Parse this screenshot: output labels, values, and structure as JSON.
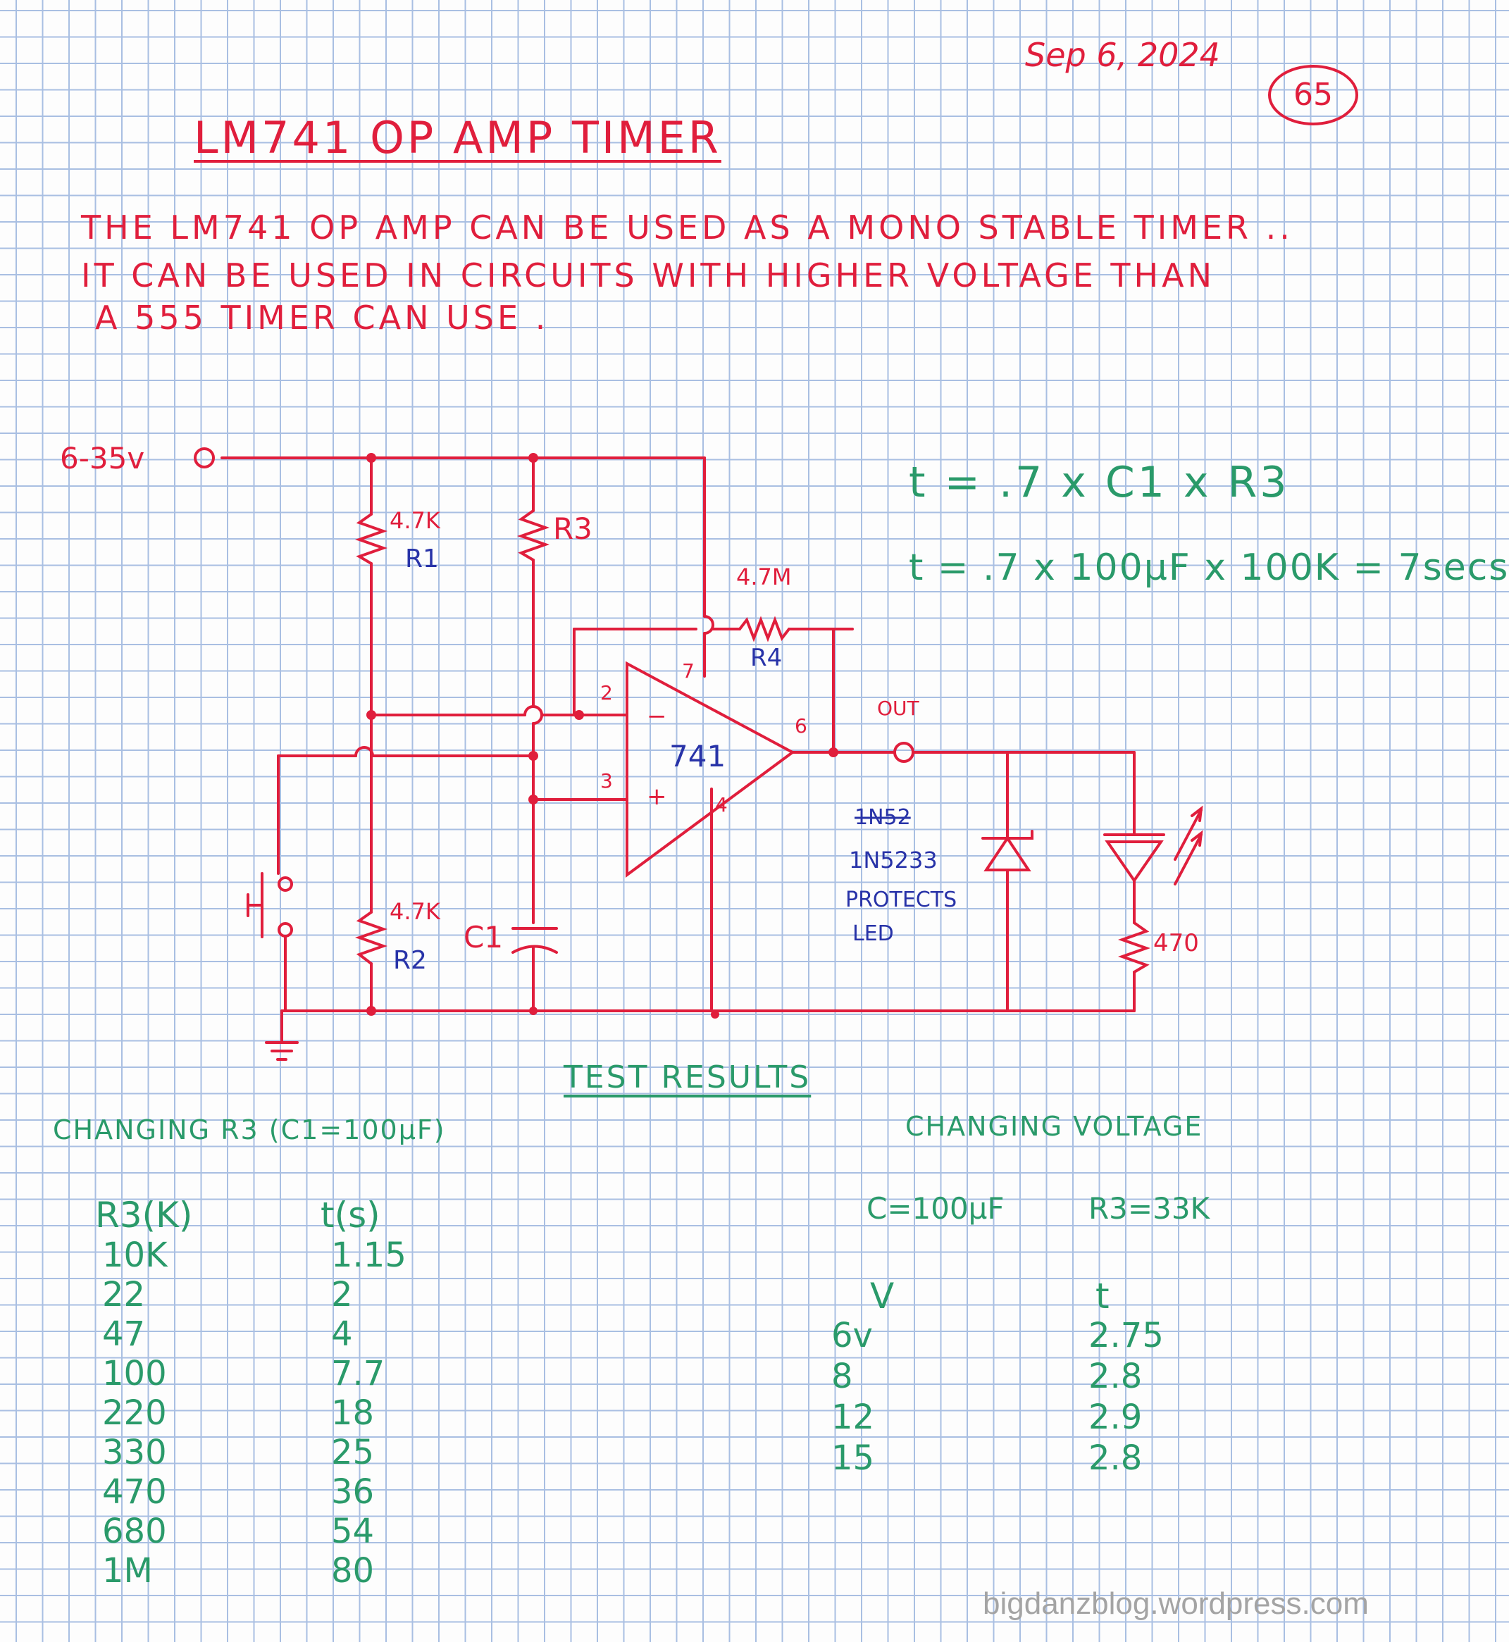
{
  "header": {
    "date": "Sep 6, 2024",
    "page_number": "65",
    "title": "LM741 OP AMP TIMER"
  },
  "intro": {
    "line1": "THE LM741 OP AMP CAN BE USED AS A MONO STABLE TIMER ..",
    "line2": "IT CAN BE USED IN CIRCUITS WITH HIGHER VOLTAGE THAN",
    "line3": "A 555 TIMER CAN USE ."
  },
  "formulas": {
    "general": "t = .7 x C1 x R3",
    "example": "t = .7 x 100μF x 100K = 7secs"
  },
  "schematic": {
    "supply": "6-35v",
    "r1_value": "4.7K",
    "r1_label": "R1",
    "r2_value": "4.7K",
    "r2_label": "R2",
    "r3_label": "R3",
    "r4_value": "4.7M",
    "r4_label": "R4",
    "c1_label": "C1",
    "opamp_label": "741",
    "pin2": "2",
    "pin3": "3",
    "pin4": "4",
    "pin6": "6",
    "pin7": "7",
    "minus": "−",
    "plus": "+",
    "out": "OUT",
    "zener_struck": "1N52",
    "zener_part": "1N5233",
    "zener_note1": "PROTECTS",
    "zener_note2": "LED",
    "led_resistor": "470"
  },
  "test_results": {
    "title": "TEST RESULTS",
    "changing_r3": {
      "heading": "CHANGING R3 (C1=100μF)",
      "col_r3": "R3(K)",
      "col_t": "t(s)",
      "rows": [
        [
          "10K",
          "1.15"
        ],
        [
          "22",
          "2"
        ],
        [
          "47",
          "4"
        ],
        [
          "100",
          "7.7"
        ],
        [
          "220",
          "18"
        ],
        [
          "330",
          "25"
        ],
        [
          "470",
          "36"
        ],
        [
          "680",
          "54"
        ],
        [
          "1M",
          "80"
        ]
      ]
    },
    "changing_voltage": {
      "heading": "CHANGING VOLTAGE",
      "c_label": "C=100μF",
      "r3_label": "R3=33K",
      "col_v": "V",
      "col_t": "t",
      "rows": [
        [
          "6v",
          "2.75"
        ],
        [
          "8",
          "2.8"
        ],
        [
          "12",
          "2.9"
        ],
        [
          "15",
          "2.8"
        ]
      ]
    }
  },
  "watermark": "bigdanzblog.wordpress.com",
  "colors": {
    "red_ink": "#e01e3c",
    "green_ink": "#2a9a6a",
    "blue_ink": "#2833a8",
    "grid": "#a9bfe2"
  }
}
